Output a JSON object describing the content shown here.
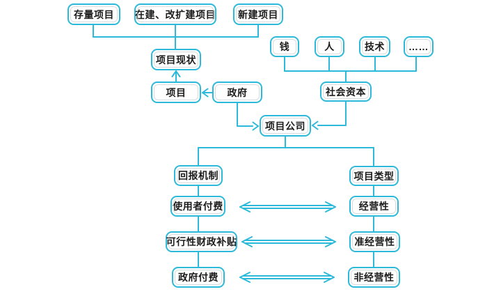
{
  "colors": {
    "accent": "#2db9da",
    "text": "#1c1c1c",
    "bg": "#ffffff",
    "inner": "#b9c0c3"
  },
  "diagram": {
    "nodes": {
      "existing_projects": {
        "label": "存量项目"
      },
      "under_construction_expansion_projects": {
        "label": "在建、改扩建项目"
      },
      "new_projects": {
        "label": "新建项目"
      },
      "money": {
        "label": "钱"
      },
      "people": {
        "label": "人"
      },
      "technology": {
        "label": "技术"
      },
      "ellipsis": {
        "label": "……"
      },
      "project_status": {
        "label": "项目现状"
      },
      "project": {
        "label": "项目"
      },
      "government": {
        "label": "政府"
      },
      "social_capital": {
        "label": "社会资本"
      },
      "project_company": {
        "label": "项目公司"
      },
      "return_mechanism": {
        "label": "回报机制"
      },
      "project_type": {
        "label": "项目类型"
      },
      "user_pays": {
        "label": "使用者付费"
      },
      "operational": {
        "label": "经营性"
      },
      "viability_fiscal_subsidy": {
        "label": "可行性财政补贴"
      },
      "quasi_operational": {
        "label": "准经营性"
      },
      "government_pays": {
        "label": "政府付费"
      },
      "non_operational": {
        "label": "非经营性"
      }
    },
    "relations": [
      "存量项目/在建、改扩建项目/新建项目 → 项目现状",
      "钱/人/技术/…… → 社会资本",
      "项目 ← 政府",
      "项目 → 项目现状",
      "政府 → 项目公司",
      "社会资本 → 项目公司",
      "项目公司 → 回报机制",
      "项目公司 → 项目类型",
      "回报机制 → 使用者付费 → 可行性财政补贴 → 政府付费",
      "项目类型 → 经营性 → 准经营性 → 非经营性",
      "使用者付费 ↔ 经营性",
      "可行性财政补贴 ↔ 准经营性",
      "政府付费 ↔ 非经营性"
    ]
  }
}
